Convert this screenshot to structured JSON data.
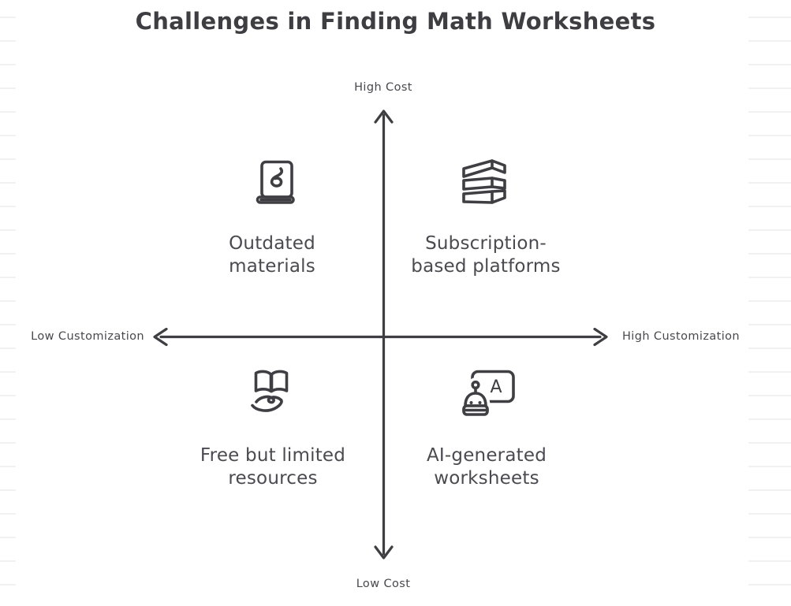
{
  "title": "Challenges in Finding Math Worksheets",
  "axes": {
    "top_label": "High Cost",
    "bottom_label": "Low Cost",
    "left_label": "Low Customization",
    "right_label": "High Customization"
  },
  "quadrants": [
    {
      "position": "top-left",
      "icon": "closed-book-icon",
      "label": "Outdated materials",
      "lines": [
        "Outdated",
        "materials"
      ]
    },
    {
      "position": "top-right",
      "icon": "stacked-layers-icon",
      "label": "Subscription-based platforms",
      "lines": [
        "Subscription-",
        "based platforms"
      ]
    },
    {
      "position": "bottom-left",
      "icon": "hand-holding-open-book-icon",
      "label": "Free but limited resources",
      "lines": [
        "Free but limited",
        "resources"
      ]
    },
    {
      "position": "bottom-right",
      "icon": "robot-with-board-icon",
      "label": "AI-generated worksheets",
      "lines": [
        "AI-generated",
        "worksheets"
      ],
      "icon_letter": "A"
    }
  ],
  "colors": {
    "ink": "#3e3e43",
    "label_text": "#4a4a51",
    "ruling": "#f1f1f3",
    "background": "#ffffff"
  }
}
